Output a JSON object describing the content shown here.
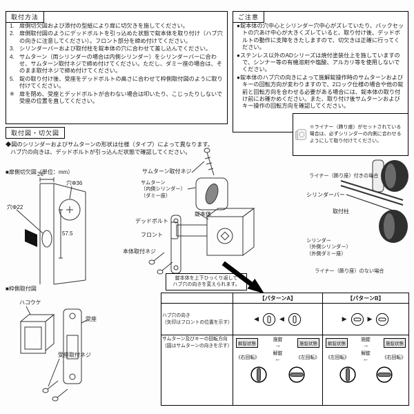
{
  "method_box": {
    "title": "取付方法",
    "items": [
      {
        "num": "1.",
        "text": "扉側切欠図および添付の型紙により扉に切欠きを施してください。"
      },
      {
        "num": "2.",
        "text": "扉側取付図のようにデッドボルトを引っ込めた状態で錠本体を取り付け（ハブ穴の向きに注意してください）。フロント部分を締め付けてください。"
      },
      {
        "num": "3.",
        "text": "シリンダーバーおよび取付柱を錠本体の穴に合わせて差し込んでください。"
      },
      {
        "num": "4.",
        "text": "サムターン（両シリンダーの場合は内側シリンダー）をシリンダーバーに合わせ、サムターン取付ネジで締め付けてください。ただし、ダミー座の場合は、そのまま取付ネジで締め付けてください。"
      },
      {
        "num": "5.",
        "text": "錠の取り付け後、受座をデッドボルトの高さに合わせて枠側取付図のように取り付けてください。"
      },
      {
        "num": "※",
        "text": "扉を閉め、受座とデッドボルトが合わない場合は叩いたり、こじったりしないで受座の位置を直してください。"
      }
    ]
  },
  "caution_box": {
    "title": "ご注意",
    "items": [
      "●錠本体の穴中心とシリンダー穴中心がズレていたり、バックセットの穴あけ中心が大きくズレていると、取り付け後、デッドボルトの動作に支障をきたしますので、切欠きは正確に行ってください。",
      "●ステンレス以外のADシリーズは焼付塗装仕上を施していますので、シンナー等の有機溶剤や塩酸、アルカリ等を使用しないでください。",
      "●錠本体のハブ穴の向きによって施解錠操作時のサムターンおよびキーの回転方向が変わりますので、2ロック仕様の場合や他の錠前と回転方向を合わせる必要がある場合には、錠本体の取り付け前にお確かめください。また、取り付け後サムターンおよびキー操作の回転方向を確認してください。"
    ]
  },
  "diagram_section": {
    "title": "取付図・切欠図",
    "note1": "◆図のシリンダーおよびサムターンの形状は仕様（タイプ）によって異なります。",
    "note2": "ハブ穴の向きは、デッドボルトが引っ込んだ状態で確認してください。"
  },
  "door_cutout": {
    "title": "■扉側切欠図（単位：mm）",
    "dim_width": "26",
    "dim_height": "57.5",
    "hole_small": "穴Φ22",
    "hole_large": "穴Φ36"
  },
  "lock_labels": {
    "thumbturn_screw": "サムターン取付ネジ",
    "thumbturn_main": "サムターン",
    "thumbturn_sub1": "（内側シリンダー）",
    "thumbturn_sub2": "（ダミー座）",
    "body": "錠本体",
    "deadbolt": "デッドボルト",
    "front": "フロント",
    "body_screw": "本体取付ネジ",
    "flip_note_line1": "錠本体を上下ひっくり返して",
    "flip_note_line2": "ハブ穴の向きを変えられます。"
  },
  "right_labels": {
    "liner_note": "※ライナー（飾り座）がセットされている場合は、必ずシリンダーの内側に合わせるようにして取り付けてください。",
    "with_liner": "ライナー（飾り座）付きの場合",
    "cylinder_bar": "シリンダーバー",
    "mount_post": "取付柱",
    "cylinder_main": "シリンダー",
    "cylinder_sub1": "（外側シリンダー）",
    "cylinder_sub2": "（外側ダミー座）",
    "without_liner": "ライナー（飾り座）のない場合"
  },
  "frame_diagram": {
    "title": "■枠側取付図",
    "hakouke": "ハコウケ",
    "ukeza": "受座",
    "ukeza_screw": "受座取付ネジ"
  },
  "pattern_table": {
    "header_a": "【パターンA】",
    "header_b": "【パターンB】",
    "row1_label_main": "ハブ穴の向き",
    "row1_label_sub": "（矢印はフロントの位置を示す）",
    "row2_label_main": "サムターン及びキーの回転方向",
    "row2_label_sub": "（図はサムターンの向きを示す）",
    "state_unlocked": "解錠状態",
    "state_locked": "施錠状態",
    "action_lock": "施錠",
    "action_unlock": "解錠",
    "lock_arrow": "→",
    "unlock_arrow": "←",
    "a": {
      "hub_arrow_1": "◀",
      "hub_arrow_2": "◀",
      "rot_lock": "《右回転》",
      "rot_unlock": "《左回転》"
    },
    "b": {
      "hub_arrow_1": "▶",
      "hub_arrow_2": "▶",
      "rot_lock": "《左回転》",
      "rot_unlock": "《右回転》"
    }
  }
}
